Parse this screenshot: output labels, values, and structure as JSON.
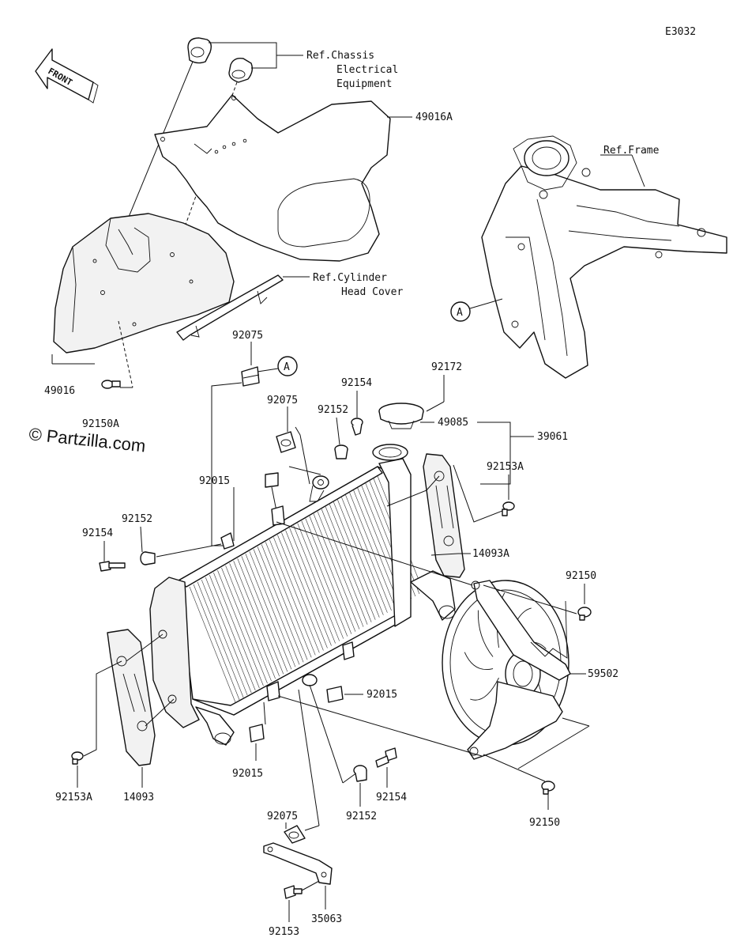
{
  "diagram_code": "E3032",
  "front_label": "FRONT",
  "watermark": "© Partzilla.com",
  "callout_letter": "A",
  "refs": {
    "chassis_line1": "Ref.Chassis",
    "chassis_line2": "Electrical",
    "chassis_line3": "Equipment",
    "frame": "Ref.Frame",
    "cylinder_line1": "Ref.Cylinder",
    "cylinder_line2": "Head Cover"
  },
  "labels": {
    "p49016A": "49016A",
    "p49016": "49016",
    "p92150A": "92150A",
    "p92075_a": "92075",
    "p92075_b": "92075",
    "p92075_c": "92075",
    "p92172": "92172",
    "p92154_a": "92154",
    "p92154_b": "92154",
    "p92154_c": "92154",
    "p92152_a": "92152",
    "p92152_b": "92152",
    "p92152_c": "92152",
    "p49085": "49085",
    "p39061": "39061",
    "p92015_a": "92015",
    "p92015_b": "92015",
    "p92015_c": "92015",
    "p92153A_a": "92153A",
    "p92153A_b": "92153A",
    "p14093A": "14093A",
    "p14093": "14093",
    "p92150_a": "92150",
    "p92150_b": "92150",
    "p59502": "59502",
    "p35063": "35063",
    "p92153": "92153"
  }
}
